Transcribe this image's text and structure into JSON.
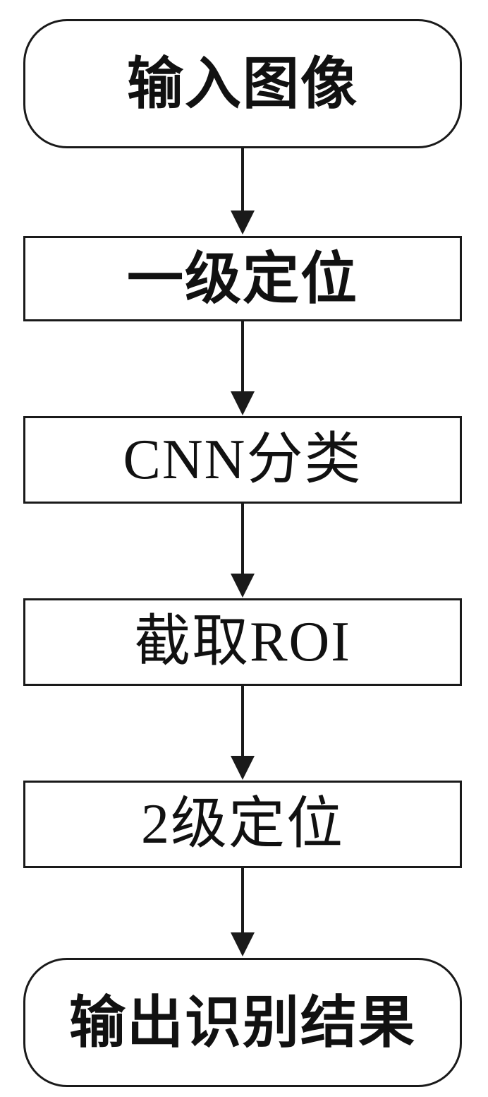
{
  "flowchart": {
    "nodes": [
      {
        "id": "n1",
        "label": "输入图像",
        "shape": "terminal"
      },
      {
        "id": "n2",
        "label": "一级定位",
        "shape": "process"
      },
      {
        "id": "n3",
        "label": "CNN分类",
        "shape": "process"
      },
      {
        "id": "n4",
        "label": "截取ROI",
        "shape": "process"
      },
      {
        "id": "n5",
        "label": "2级定位",
        "shape": "process"
      },
      {
        "id": "n6",
        "label": "输出识别结果",
        "shape": "terminal"
      }
    ],
    "edges": [
      {
        "from": "n1",
        "to": "n2"
      },
      {
        "from": "n2",
        "to": "n3"
      },
      {
        "from": "n3",
        "to": "n4"
      },
      {
        "from": "n4",
        "to": "n5"
      },
      {
        "from": "n5",
        "to": "n6"
      }
    ],
    "colors": {
      "stroke": "#1a1a1a",
      "text": "#111111",
      "background": "#ffffff"
    }
  }
}
